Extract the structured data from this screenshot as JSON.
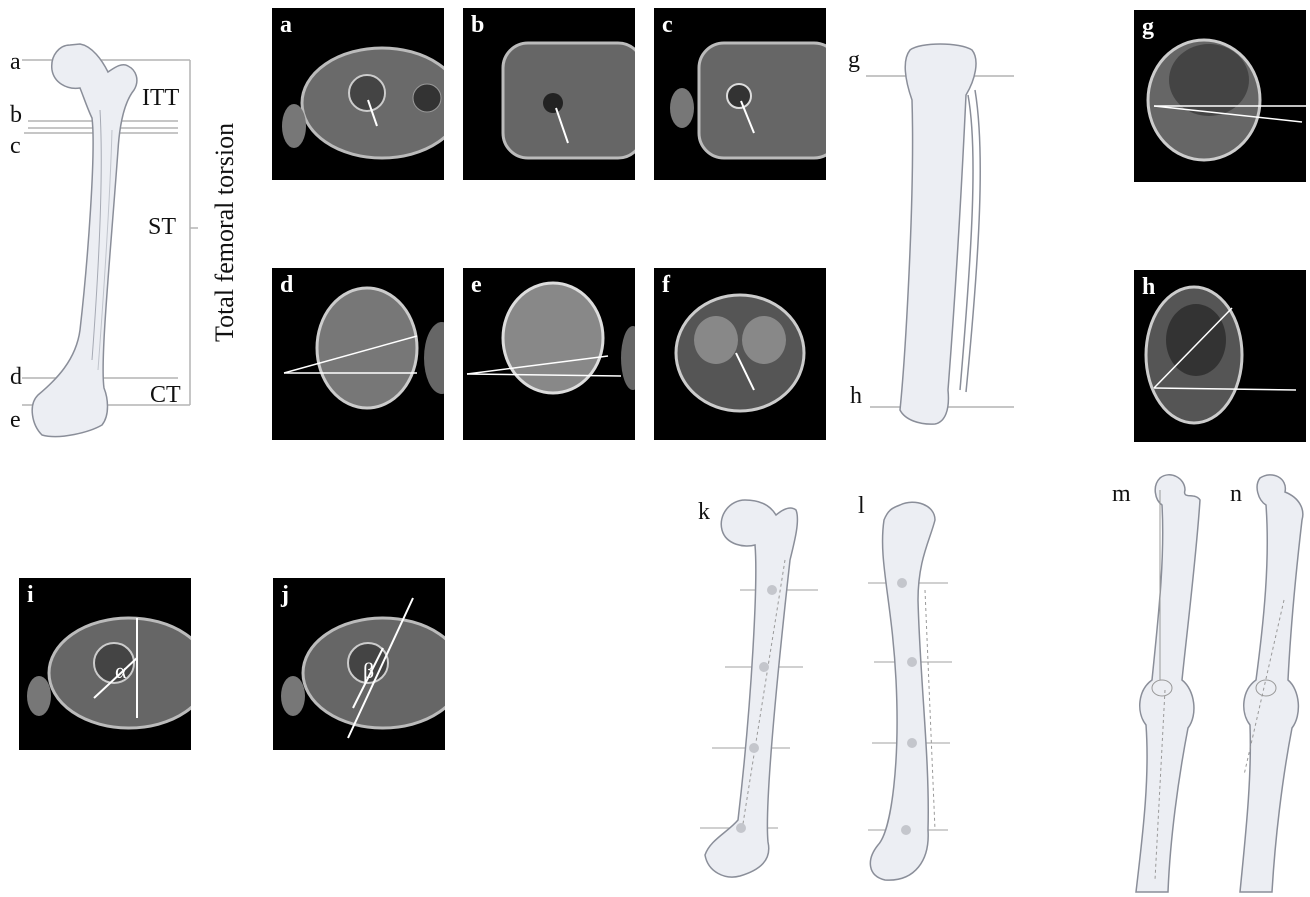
{
  "femur_labels": {
    "a": "a",
    "b": "b",
    "c": "c",
    "d": "d",
    "e": "e"
  },
  "segments": {
    "itt": "ITT",
    "st": "ST",
    "ct": "CT"
  },
  "axis_title": "Total femoral torsion",
  "panels": {
    "a": "a",
    "b": "b",
    "c": "c",
    "d": "d",
    "e": "e",
    "f": "f",
    "g": "g",
    "h": "h",
    "i": "i",
    "j": "j"
  },
  "angles": {
    "alpha": "α",
    "beta": "β"
  },
  "tibia_labels": {
    "g": "g",
    "h": "h"
  },
  "bottom_labels": {
    "k": "k",
    "l": "l",
    "m": "m",
    "n": "n"
  },
  "colors": {
    "bone_fill": "#eceef3",
    "bone_stroke": "#8a8e99",
    "guide": "#b4b4b4",
    "mri_bg": "#000000"
  }
}
